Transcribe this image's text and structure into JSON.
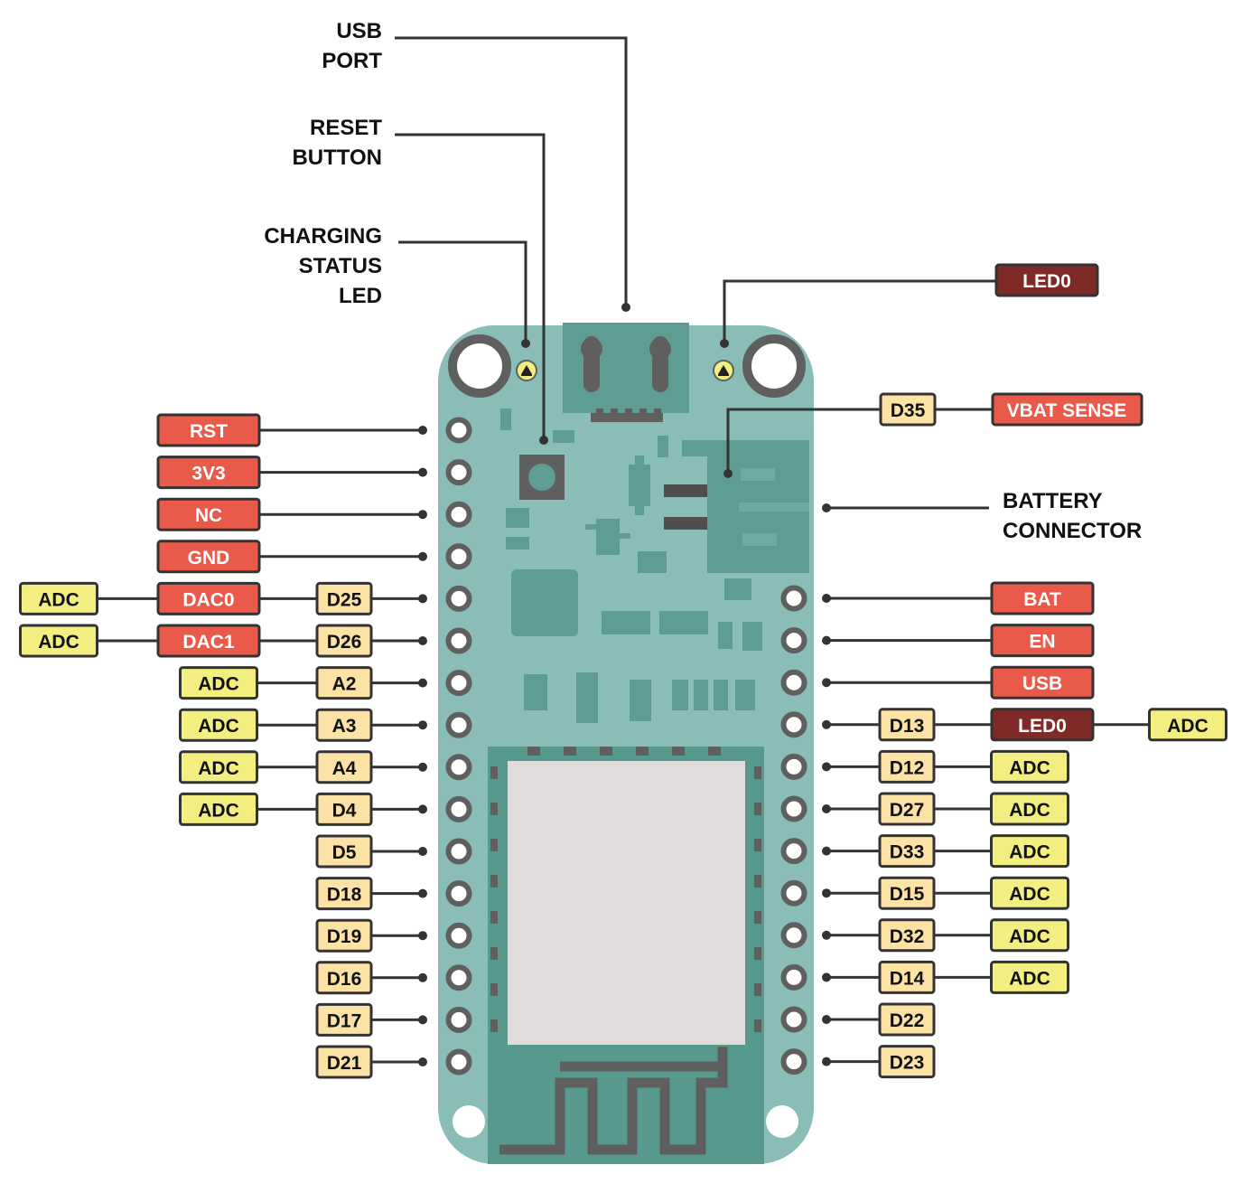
{
  "colors": {
    "power": "#ea5a4b",
    "digital": "#fde2a6",
    "analog": "#f2ef80",
    "led": "#7e2b28",
    "board": "#8abcb8",
    "board_dark": "#5e9c94",
    "module": "#58998f",
    "shield": "#e0dcdc",
    "line": "#333333"
  },
  "callouts": {
    "usb_port": [
      "USB",
      "PORT"
    ],
    "reset_button": [
      "RESET",
      "BUTTON"
    ],
    "charging_led": [
      "CHARGING",
      "STATUS",
      "LED"
    ],
    "battery_connector": [
      "BATTERY",
      "CONNECTOR"
    ]
  },
  "top_tags": {
    "led0": "LED0",
    "d35": "D35",
    "vbat_sense": "VBAT SENSE"
  },
  "left_pins": [
    {
      "labels": [
        {
          "text": "RST",
          "type": "power"
        }
      ]
    },
    {
      "labels": [
        {
          "text": "3V3",
          "type": "power"
        }
      ]
    },
    {
      "labels": [
        {
          "text": "NC",
          "type": "power"
        }
      ]
    },
    {
      "labels": [
        {
          "text": "GND",
          "type": "power"
        }
      ]
    },
    {
      "labels": [
        {
          "text": "D25",
          "type": "digital"
        },
        {
          "text": "DAC0",
          "type": "power"
        },
        {
          "text": "ADC",
          "type": "analog"
        }
      ]
    },
    {
      "labels": [
        {
          "text": "D26",
          "type": "digital"
        },
        {
          "text": "DAC1",
          "type": "power"
        },
        {
          "text": "ADC",
          "type": "analog"
        }
      ]
    },
    {
      "labels": [
        {
          "text": "A2",
          "type": "digital"
        },
        {
          "text": "ADC",
          "type": "analog"
        }
      ]
    },
    {
      "labels": [
        {
          "text": "A3",
          "type": "digital"
        },
        {
          "text": "ADC",
          "type": "analog"
        }
      ]
    },
    {
      "labels": [
        {
          "text": "A4",
          "type": "digital"
        },
        {
          "text": "ADC",
          "type": "analog"
        }
      ]
    },
    {
      "labels": [
        {
          "text": "D4",
          "type": "digital"
        },
        {
          "text": "ADC",
          "type": "analog"
        }
      ]
    },
    {
      "labels": [
        {
          "text": "D5",
          "type": "digital"
        }
      ]
    },
    {
      "labels": [
        {
          "text": "D18",
          "type": "digital"
        }
      ]
    },
    {
      "labels": [
        {
          "text": "D19",
          "type": "digital"
        }
      ]
    },
    {
      "labels": [
        {
          "text": "D16",
          "type": "digital"
        }
      ]
    },
    {
      "labels": [
        {
          "text": "D17",
          "type": "digital"
        }
      ]
    },
    {
      "labels": [
        {
          "text": "D21",
          "type": "digital"
        }
      ]
    }
  ],
  "right_pins": [
    {
      "labels": [
        {
          "text": "BAT",
          "type": "power"
        }
      ]
    },
    {
      "labels": [
        {
          "text": "EN",
          "type": "power"
        }
      ]
    },
    {
      "labels": [
        {
          "text": "USB",
          "type": "power"
        }
      ]
    },
    {
      "labels": [
        {
          "text": "D13",
          "type": "digital"
        },
        {
          "text": "LED0",
          "type": "led"
        },
        {
          "text": "ADC",
          "type": "analog"
        }
      ]
    },
    {
      "labels": [
        {
          "text": "D12",
          "type": "digital"
        },
        {
          "text": "ADC",
          "type": "analog"
        }
      ]
    },
    {
      "labels": [
        {
          "text": "D27",
          "type": "digital"
        },
        {
          "text": "ADC",
          "type": "analog"
        }
      ]
    },
    {
      "labels": [
        {
          "text": "D33",
          "type": "digital"
        },
        {
          "text": "ADC",
          "type": "analog"
        }
      ]
    },
    {
      "labels": [
        {
          "text": "D15",
          "type": "digital"
        },
        {
          "text": "ADC",
          "type": "analog"
        }
      ]
    },
    {
      "labels": [
        {
          "text": "D32",
          "type": "digital"
        },
        {
          "text": "ADC",
          "type": "analog"
        }
      ]
    },
    {
      "labels": [
        {
          "text": "D14",
          "type": "digital"
        },
        {
          "text": "ADC",
          "type": "analog"
        }
      ]
    },
    {
      "labels": [
        {
          "text": "D22",
          "type": "digital"
        }
      ]
    },
    {
      "labels": [
        {
          "text": "D23",
          "type": "digital"
        }
      ]
    }
  ]
}
